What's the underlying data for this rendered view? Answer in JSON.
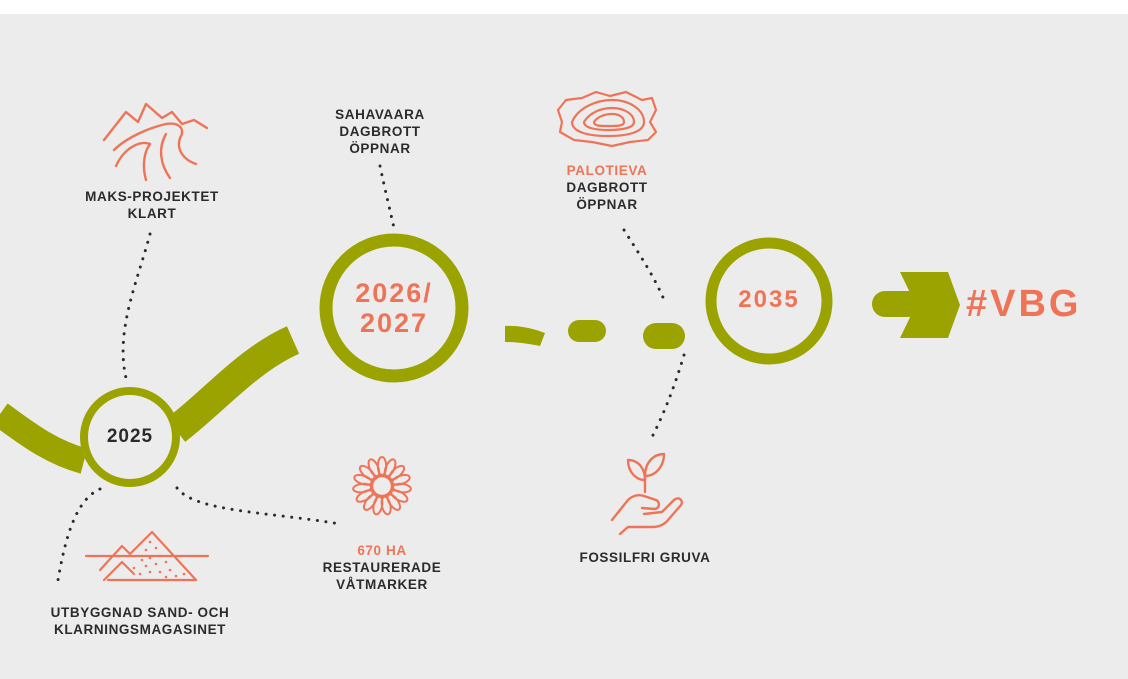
{
  "colors": {
    "background": "#ececec",
    "path_green": "#9aa300",
    "accent_orange": "#ef7457",
    "text_dark": "#2b2b2b"
  },
  "milestones": {
    "y2025": "2025",
    "y2026_line1": "2026/",
    "y2026_line2": "2027",
    "y2035": "2035"
  },
  "labels": {
    "maks": [
      "MAKS-PROJEKTET",
      "KLART"
    ],
    "sahavaara": [
      "SAHAVAARA",
      "DAGBROTT",
      "ÖPPNAR"
    ],
    "palotieva_highlight": "PALOTIEVA",
    "palotieva": [
      "DAGBROTT",
      "ÖPPNAR"
    ],
    "sand": [
      "UTBYGGNAD SAND- OCH",
      "KLARNINGSMAGASINET"
    ],
    "wetland_highlight": "670 HA",
    "wetland": [
      "RESTAURERADE",
      "VÅTMARKER"
    ],
    "fossil": "FOSSILFRI GRUVA"
  },
  "hashtag": "#VBG",
  "icons": [
    "mountain-road-icon",
    "open-pit-icon",
    "sand-pile-icon",
    "flower-icon",
    "hand-plant-icon",
    "arrow-icon"
  ]
}
